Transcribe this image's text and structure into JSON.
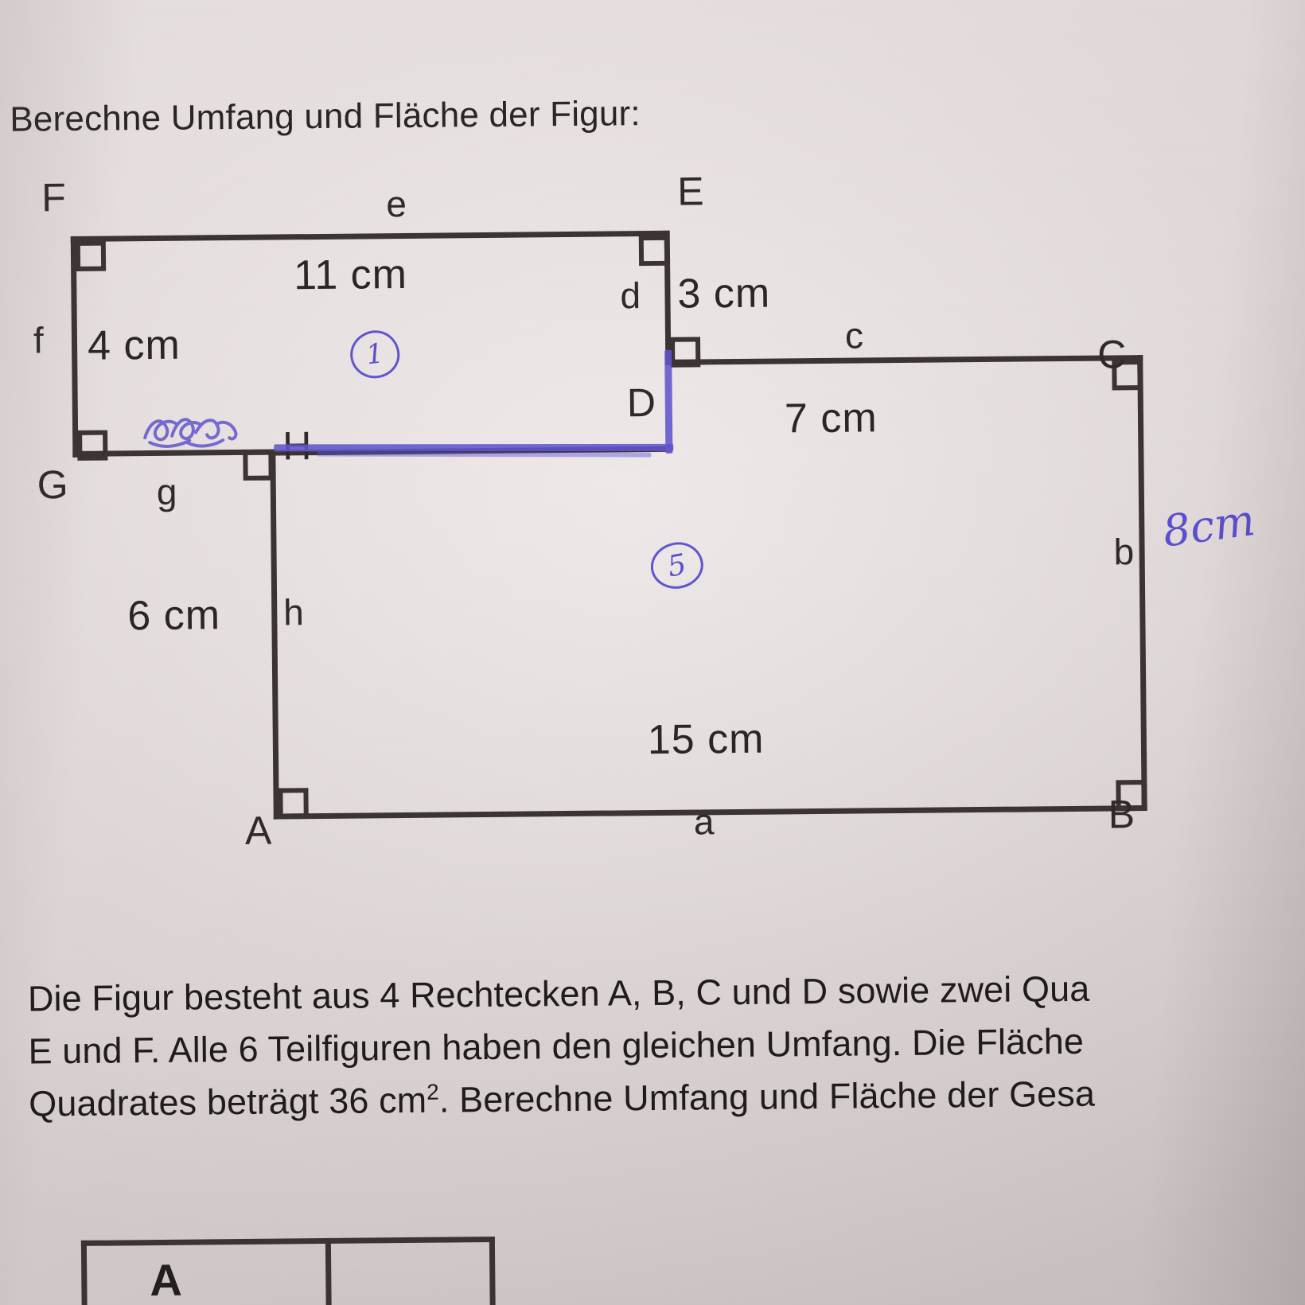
{
  "document": {
    "prompt": "Berechne Umfang und Fläche der Figur:",
    "paper_color": "#d6cece",
    "ink_color": "#3b3433",
    "pen_color": "#6055cf"
  },
  "figure": {
    "vertices": [
      {
        "id": "F",
        "label": "F"
      },
      {
        "id": "E",
        "label": "E"
      },
      {
        "id": "D",
        "label": "D"
      },
      {
        "id": "C",
        "label": "C"
      },
      {
        "id": "B",
        "label": "B"
      },
      {
        "id": "A",
        "label": "A"
      },
      {
        "id": "H",
        "label": "H"
      },
      {
        "id": "G",
        "label": "G"
      }
    ],
    "side_labels": {
      "a": "a",
      "b": "b",
      "c": "c",
      "d": "d",
      "e": "e",
      "f": "f",
      "g": "g",
      "h": "h"
    },
    "measurements": [
      {
        "side": "e",
        "value": "11 cm"
      },
      {
        "side": "f",
        "value": "4 cm"
      },
      {
        "side": "d",
        "value": "3 cm"
      },
      {
        "side": "c",
        "value": "7 cm"
      },
      {
        "side": "h",
        "value": "6 cm"
      },
      {
        "side": "a",
        "value": "15 cm"
      }
    ],
    "annotations": {
      "mark_one": "1",
      "mark_two": "5",
      "handwritten_b": "8cm"
    }
  },
  "task_text": {
    "line1": "Die Figur besteht aus 4 Rechtecken A, B, C und D sowie zwei Qua",
    "line2": "E und F. Alle 6 Teilfiguren haben den gleichen Umfang. Die Fläche",
    "line3_part1": "Quadrates beträgt 36 cm",
    "line3_sup": "2",
    "line3_part2": ". Berechne Umfang und Fläche der Gesa"
  },
  "table_fragment": {
    "cell1": "A"
  }
}
